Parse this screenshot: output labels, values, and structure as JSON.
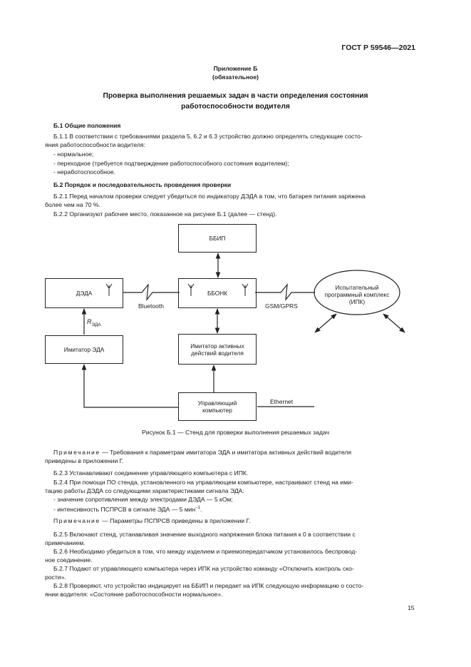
{
  "header": {
    "standard_code": "ГОСТ Р 59546—2021"
  },
  "appendix": {
    "title": "Приложение Б",
    "status": "(обязательное)"
  },
  "main_title": {
    "line1": "Проверка выполнения решаемых задач в части определения состояния",
    "line2": "работоспособности водителя"
  },
  "s1": {
    "heading": "Б.1  Общие положения",
    "p1_l1": "Б.1.1  В соответствии с требованиями раздела 5, 6.2 и 6.3 устройство должно определять следующие состо-",
    "p1_l2": "яния работоспособности водителя:",
    "items": [
      "- нормальное;",
      "- переходное (требуется подтверждение работоспособного состояния водителем);",
      "- неработоспособное."
    ]
  },
  "s2": {
    "heading": "Б.2  Порядок и последовательность проведения проверки",
    "p1_l1": "Б.2.1 Перед началом проверки следует убедиться по индикатору ДЭДА в том, что батарея питания заряжена",
    "p1_l2": "более чем на 70 %.",
    "p2": "Б.2.2  Организуют рабочее место, показанное на рисунке Б.1 (далее — стенд)."
  },
  "diagram": {
    "bbip": "ББИП",
    "deda": "ДЭДА",
    "bbonk": "ББОНК",
    "ipk_l1": "Испытательный",
    "ipk_l2": "программный комплекс",
    "ipk_l3": "(ИПК)",
    "bluetooth": "Bluetooth",
    "gsm": "GSM/GPRS",
    "r_main": "R",
    "r_sub": "ЭДА",
    "imitator_eda": "Имитатор ЭДА",
    "imitator_act_l1": "Имитатор активных",
    "imitator_act_l2": "действий водителя",
    "pc_l1": "Управляющий",
    "pc_l2": "компьютер",
    "ethernet": "Ethernet"
  },
  "figure_caption": "Рисунок Б.1 — Стенд для проверки выполнения решаемых задач",
  "note1": {
    "label": "Примечание",
    "l1": " — Требования к параметрам имитатора ЭДА и имитатора активных действий водителя",
    "l2": "приведены в приложении Г."
  },
  "p223": "Б.2.3  Устанавливают соединение управляющего компьютера с ИПК.",
  "p224": {
    "l1": "Б.2.4  При помощи ПО стенда, установленного на управляющем компьютере, настраивают стенд на ими-",
    "l2": "тацию работы ДЭДА со следующими характеристиками сигнала ЭДА:",
    "item1": "- значение сопротивления между электродами ДЭДА — 5 кОм;",
    "item2": "- интенсивность ПСПРСВ в сигнале ЭДА — 5 мин",
    "item2_sup": "–1",
    "item2_end": "."
  },
  "note2": {
    "label": "Примечание",
    "text": " — Параметры ПСПРСВ приведены в приложении Г."
  },
  "p225": {
    "l1": "Б.2.5  Включают стенд, устанавливая значение выходного напряжения блока питания к 0 в соответствии с",
    "l2": "примечанием."
  },
  "p226": {
    "l1": "Б.2.6  Необходимо убедиться в том, что между изделием и приемопередатчиком установилось беспровод-",
    "l2": "ное соединение."
  },
  "p227": {
    "l1": "Б.2.7  Подают от управляющего компьютера через ИПК на устройство команду «Отключить контроль ско-",
    "l2": "рости»."
  },
  "p228": {
    "l1": "Б.2.8  Проверяют, что устройство индицирует на ББИП и передает на ИПК следующую информацию о состо-",
    "l2": "янии водителя: «Состояние работоспособности нормальное»."
  },
  "page_number": "15"
}
